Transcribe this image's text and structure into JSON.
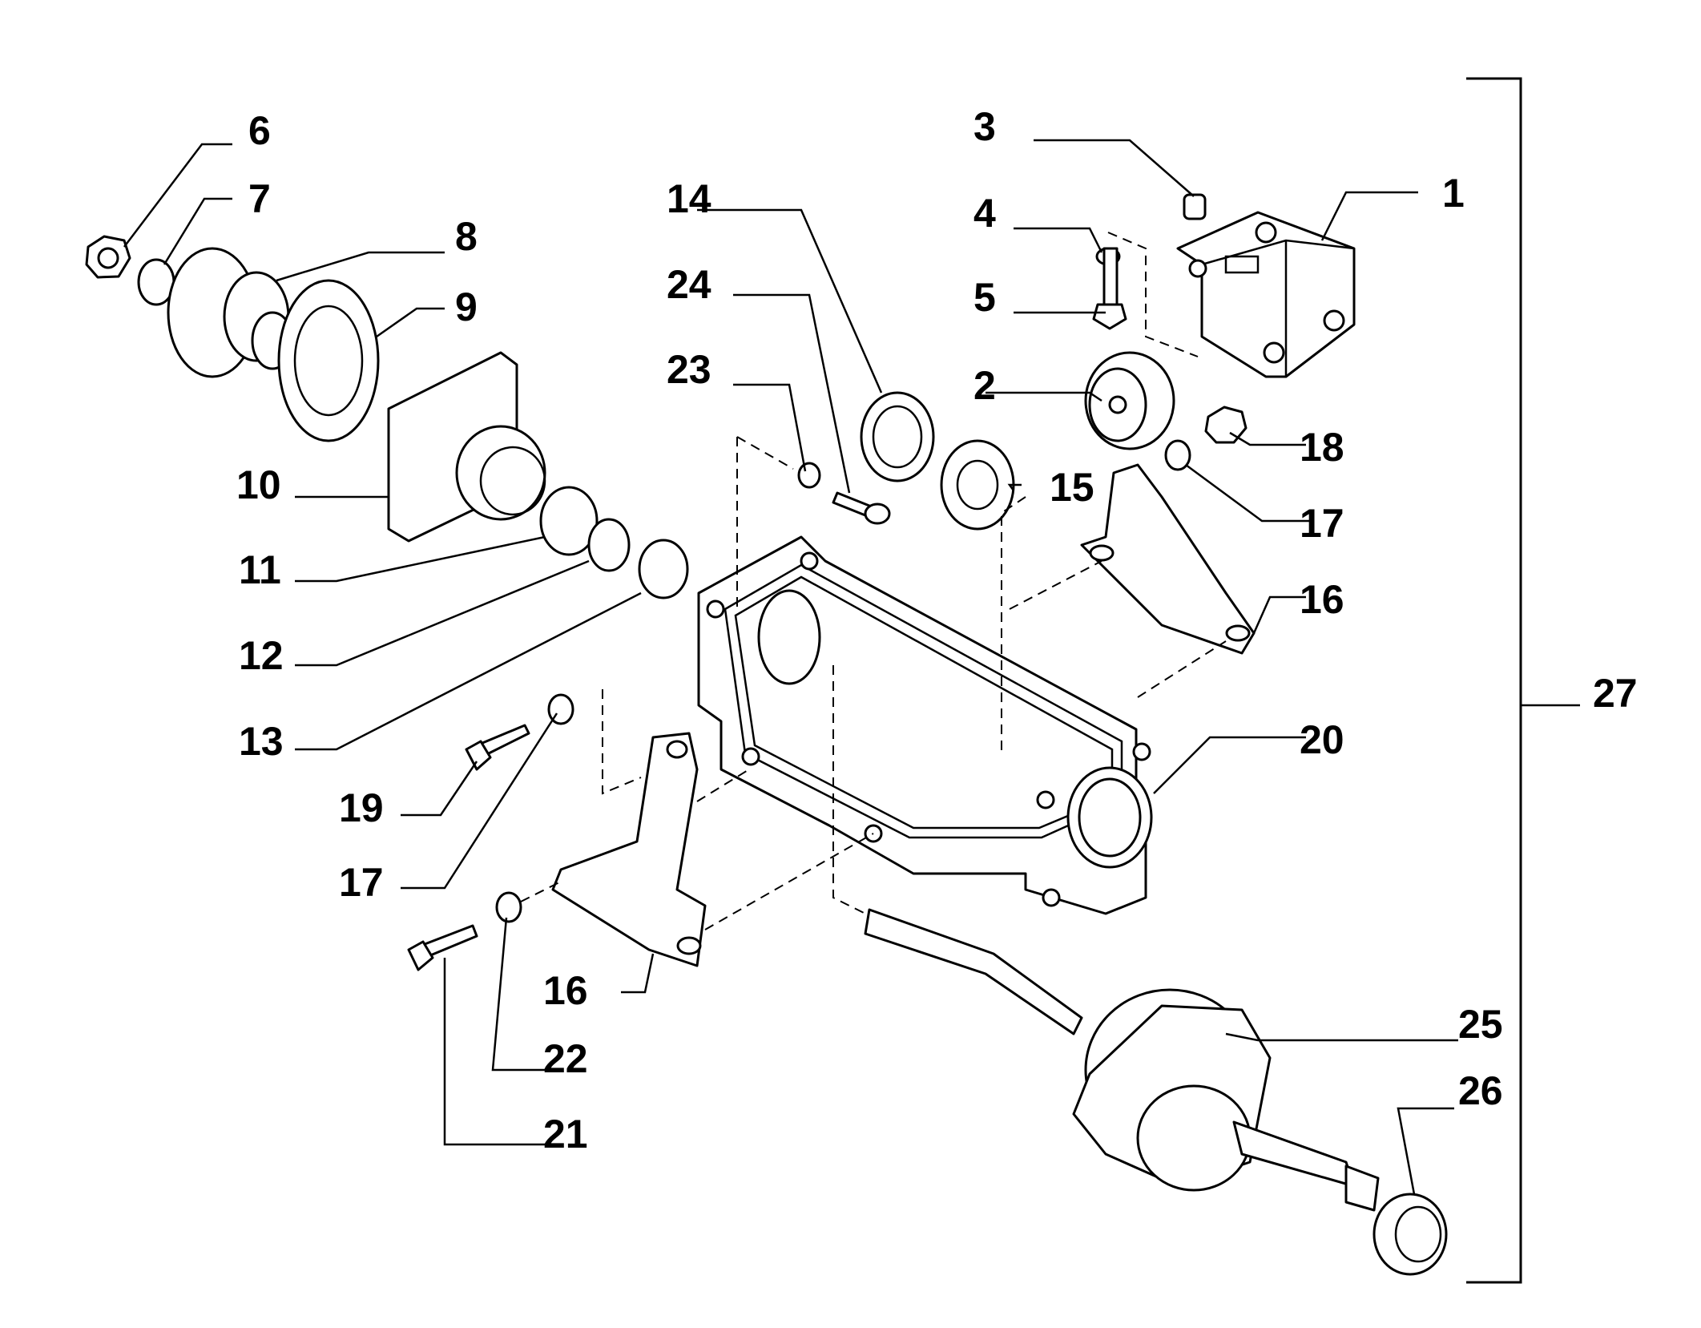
{
  "diagram": {
    "labels": [
      "1",
      "2",
      "3",
      "4",
      "5",
      "6",
      "7",
      "8",
      "9",
      "10",
      "11",
      "12",
      "13",
      "14",
      "15",
      "16",
      "17",
      "18",
      "19",
      "20",
      "21",
      "22",
      "23",
      "24",
      "25",
      "26",
      "27"
    ]
  },
  "callouts": {
    "c1": "1",
    "c2": "2",
    "c3": "3",
    "c4": "4",
    "c5": "5",
    "c6": "6",
    "c7": "7",
    "c8": "8",
    "c9": "9",
    "c10": "10",
    "c11": "11",
    "c12": "12",
    "c13": "13",
    "c14": "14",
    "c15": "15",
    "c16a": "16",
    "c16b": "16",
    "c17a": "17",
    "c17b": "17",
    "c18": "18",
    "c19": "19",
    "c20": "20",
    "c21": "21",
    "c22": "22",
    "c23": "23",
    "c24": "24",
    "c25": "25",
    "c26": "26",
    "c27": "27"
  }
}
